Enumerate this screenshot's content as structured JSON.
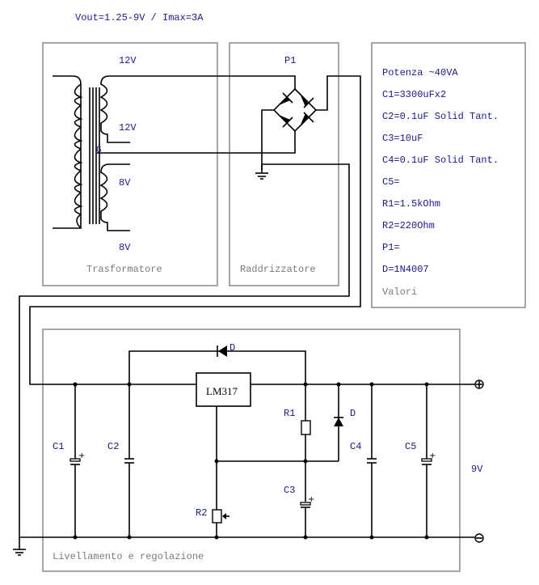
{
  "title": "Vout=1.25-9V / Imax=3A",
  "sections": {
    "transformer": "Trasformatore",
    "rectifier": "Raddrizzatore",
    "values": "Valori",
    "regulation": "Livellamento e  regolazione"
  },
  "transformer_labels": {
    "top_out": "12V",
    "upper_secondary": "12V",
    "center_tap": "G",
    "lower_secondary": "8V",
    "bottom_out": "8V"
  },
  "rectifier_label": "P1",
  "component_values": [
    "Potenza ~40VA",
    "C1=3300uFx2",
    "C2=0.1uF Solid Tant.",
    "C3=10uF",
    "C4=0.1uF Solid Tant.",
    "C5=",
    "R1=1.5kOhm",
    "R2=220Ohm",
    "P1=",
    "D=1N4007"
  ],
  "components": {
    "regulator": "LM317",
    "c1": "C1",
    "c2": "C2",
    "c3": "C3",
    "c4": "C4",
    "c5": "C5",
    "r1": "R1",
    "r2": "R2",
    "d_top": "D",
    "d_side": "D"
  },
  "output": {
    "voltage": "9V",
    "plus_symbol": "+",
    "minus_symbol": "−"
  }
}
